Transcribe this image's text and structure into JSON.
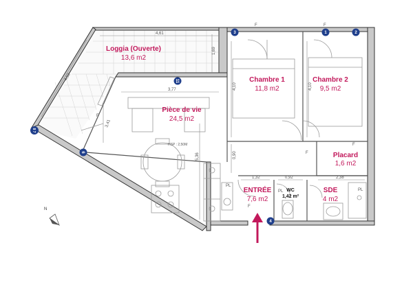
{
  "accent_color": "#c2185b",
  "marker_color": "#1f3f8c",
  "north_label": "N",
  "hsp_note": "HSP : 2,50M",
  "rooms": [
    {
      "id": "loggia",
      "name": "Loggia (Ouverte)",
      "area": "13,6 m2"
    },
    {
      "id": "piece-de-vie",
      "name": "Pièce de vie",
      "area": "24,5 m2"
    },
    {
      "id": "chambre-1",
      "name": "Chambre 1",
      "area": "11,8 m2"
    },
    {
      "id": "chambre-2",
      "name": "Chambre 2",
      "area": "9,5 m2"
    },
    {
      "id": "placard",
      "name": "Placard",
      "area": "1,6 m2"
    },
    {
      "id": "entree",
      "name": "ENTRÉE",
      "area": "7,6 m2"
    },
    {
      "id": "wc",
      "name": "WC",
      "area": "1,42 m²"
    },
    {
      "id": "sde",
      "name": "SDE",
      "area": "4 m2"
    }
  ],
  "markers": [
    "3",
    "1",
    "2",
    "11",
    "8 7",
    "6",
    "4"
  ],
  "dimensions": [
    "4,61",
    "1,69",
    "4,53",
    "3,77",
    "4,10",
    "3,41",
    "4,10",
    "0,90",
    "5,36",
    "1,32",
    "0,92",
    "2,38",
    "F",
    "F",
    "F",
    "F",
    "F",
    "PL",
    "PL",
    "PL",
    "F"
  ]
}
